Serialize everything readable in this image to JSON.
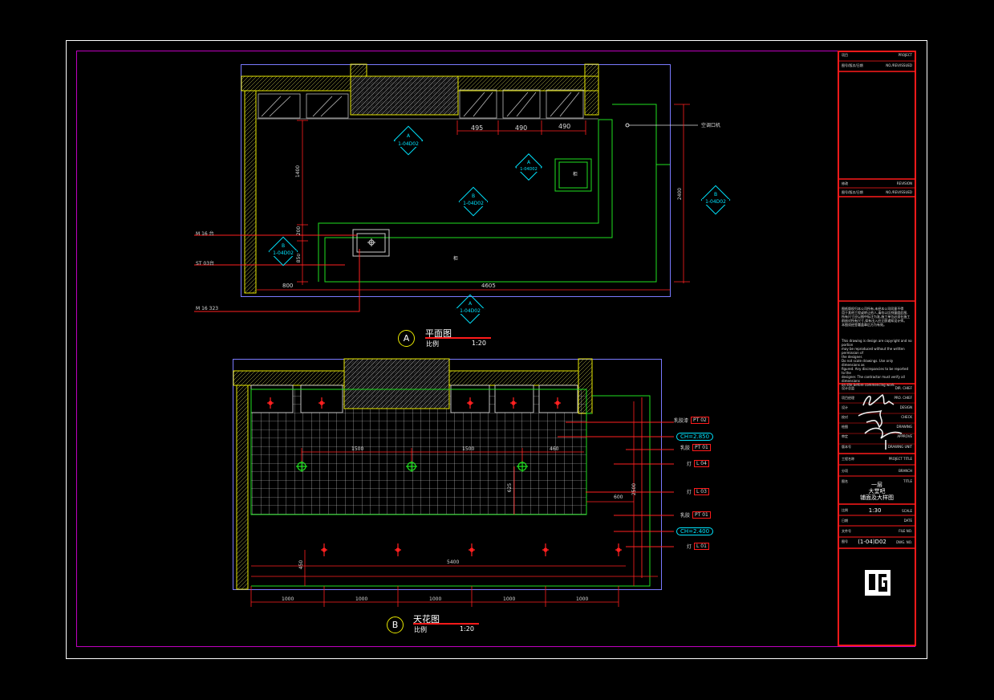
{
  "colors": {
    "background": "#000000",
    "frame_white": "#ffffff",
    "frame_magenta": "#c000c0",
    "titleblock_red": "#ff1a1a",
    "wall_yellow": "#e8e800",
    "line_green": "#20e020",
    "outline_blue": "#7a7aff",
    "tag_cyan": "#00e5ff",
    "dim_white": "#dcdcdc"
  },
  "plan_a": {
    "badge": "A",
    "title": "平面图",
    "scale_label": "比例",
    "scale_value": "1:20",
    "dims": {
      "d495": "495",
      "d490a": "490",
      "d490b": "490",
      "d1400": "1400",
      "d200": "200",
      "d850": "850",
      "d800": "800",
      "d4605": "4605",
      "d2400": "2400"
    },
    "callouts": {
      "c1": "M 16 台",
      "c2": "ST 03台",
      "c3": "M 16 323"
    },
    "label_right": "空调口机",
    "center_mark": "柜",
    "box_label": "柜",
    "tags": [
      "1-04D02",
      "1-04D02",
      "1-04D02",
      "1-04D02",
      "1-04D02",
      "1-04D02"
    ],
    "tag_letters": [
      "A",
      "A",
      "B",
      "B",
      "B",
      "A"
    ]
  },
  "ceiling_b": {
    "badge": "B",
    "title": "天花图",
    "scale_label": "比例",
    "scale_value": "1:20",
    "dims": {
      "d1500a": "1500",
      "d1500b": "1500",
      "d460": "460",
      "d600": "600",
      "d2500": "2500",
      "d625": "625",
      "d5400": "5400",
      "d450": "450"
    },
    "bottom_dims": [
      "1000",
      "1000",
      "1000",
      "1000",
      "1000"
    ],
    "legend": [
      {
        "desc": "乳胶漆",
        "code": "PT 02"
      },
      {
        "desc": "",
        "code": "CH=2.850"
      },
      {
        "desc": "乳胶",
        "code": "PT 01"
      },
      {
        "desc": "灯",
        "code": "L 04"
      },
      {
        "desc": "灯",
        "code": "L 03"
      },
      {
        "desc": "乳胶",
        "code": "PT 01"
      },
      {
        "desc": "",
        "code": "CH=2.400"
      },
      {
        "desc": "灯",
        "code": "L 01"
      }
    ]
  },
  "title_block": {
    "top_rows": [
      {
        "left": "项目",
        "right": "PROJECT"
      },
      {
        "left": "图号/版次/日期",
        "right": "NO./REV/ISSUED"
      }
    ],
    "mid_rows": [
      {
        "left": "修改",
        "right": "REVISION"
      },
      {
        "left": "图号/版次/日期",
        "right": "NO./REV/ISSUED"
      }
    ],
    "notes_cn": [
      "图纸版权归本公司所有,未经本公司同意不得",
      "用于其他工程或转让他人,请勿以比例量度此图,",
      "所有尺寸应以图中标注为准,施工单位必须在施工",
      "前核对所有尺寸,如有出入应立即通知设计师。",
      "本图须经签署盖章后方为有效。"
    ],
    "notes_en": [
      "This drawing is design are copyright and no portion",
      "may be reproduced without the written permission of",
      "the designer.",
      "Do not scale drawings. Use only dimensions as",
      "figured. Any discrepancies to be reported to the",
      "designer. The contractor must verify all dimensions",
      "on site before commencing work."
    ],
    "sign_rows": [
      {
        "left": "设计总监",
        "right": "DIR. CHIEF"
      },
      {
        "left": "项目经理",
        "right": "PRO. CHIEF"
      },
      {
        "left": "设计",
        "right": "DESIGN"
      },
      {
        "left": "校对",
        "right": "CHECK"
      },
      {
        "left": "绘图",
        "right": "DRAWING"
      },
      {
        "left": "审定",
        "right": "APPROVE"
      },
      {
        "left": "版本号",
        "right": "DRAWING UNIT"
      }
    ],
    "project_row": {
      "left": "工程名称",
      "right": "PROJECT TITLE"
    },
    "branch_row": {
      "left": "分项",
      "right": "BRANCH"
    },
    "drawing_title_label": {
      "left": "图名",
      "right": "TITLE"
    },
    "drawing_title": [
      "一层",
      "大堂吧",
      "铺面及大样图"
    ],
    "scale_row": {
      "left": "比例",
      "value": "1:30",
      "right": "SCALE"
    },
    "date_row": {
      "left": "日期",
      "value": "",
      "right": "DATE"
    },
    "fileno_row": {
      "left": "文件号",
      "value": "",
      "right": "FILE NO."
    },
    "dwgno_row": {
      "left": "图号",
      "value": "(1-04)D02",
      "right": "DWG. NO."
    },
    "logo": "JG"
  }
}
